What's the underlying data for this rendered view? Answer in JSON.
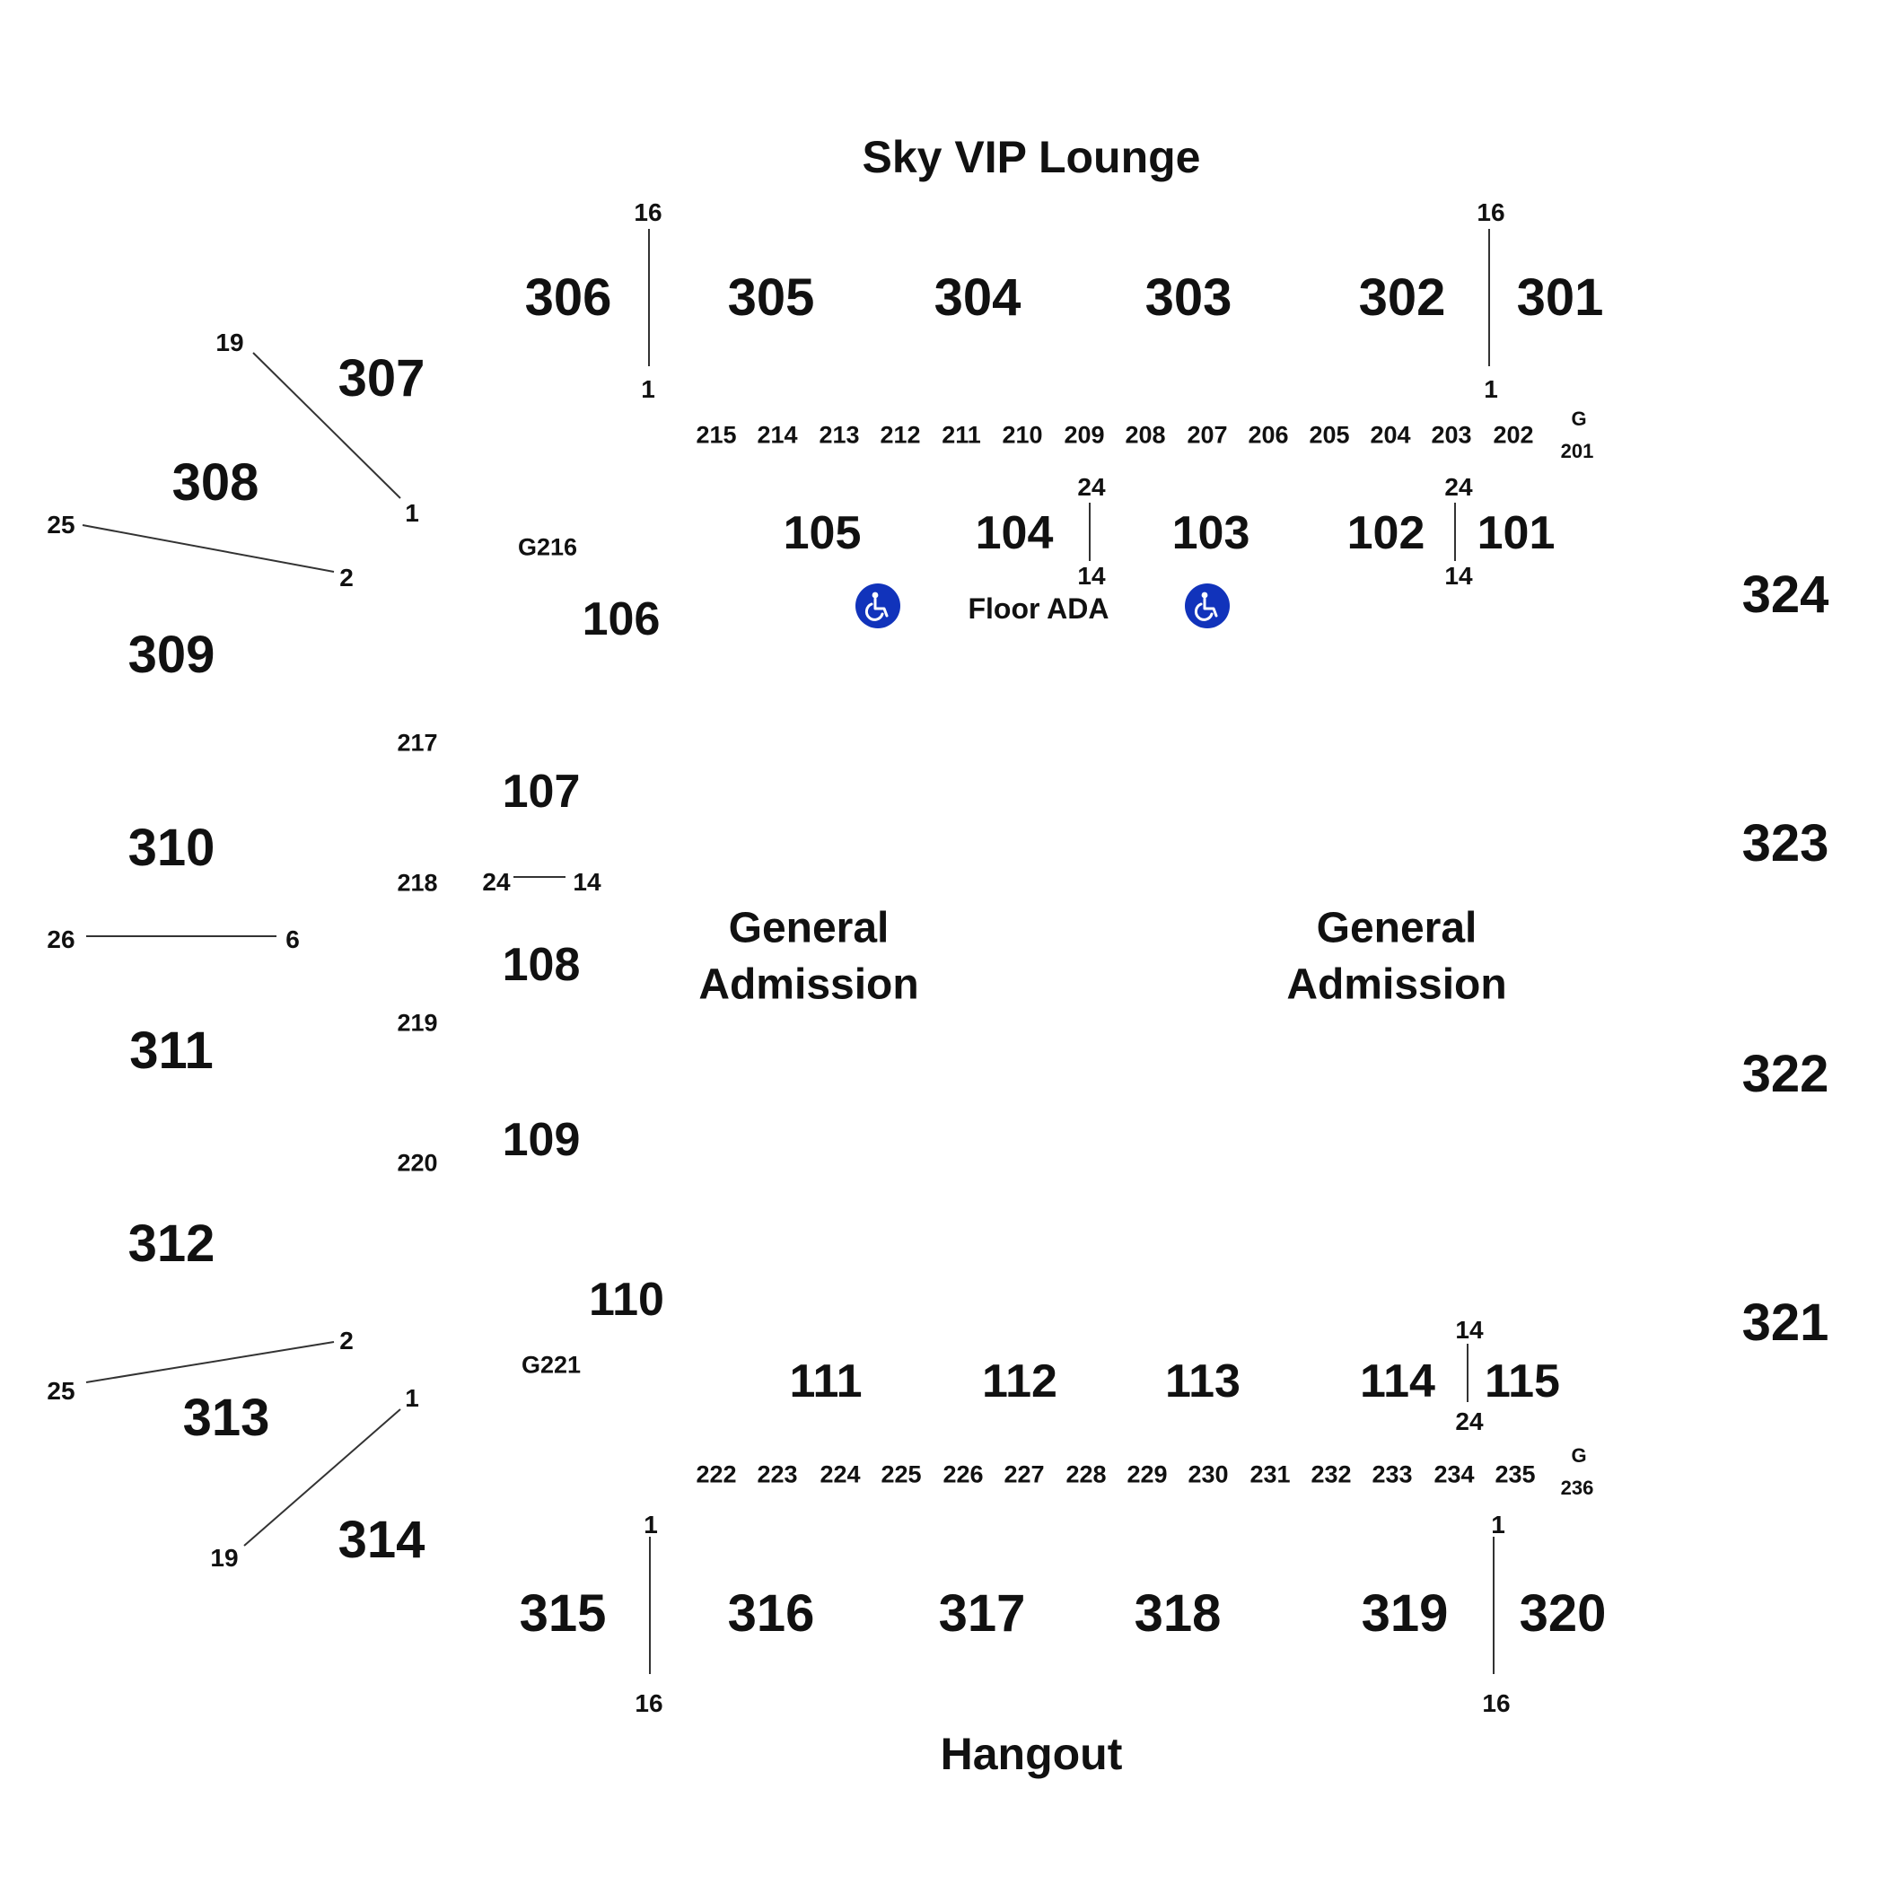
{
  "venue": {
    "top_label": "Sky VIP Lounge",
    "bottom_label": "Hangout",
    "floor_ada_label": "Floor ADA",
    "general_admission": [
      "General\nAdmission",
      "General\nAdmission"
    ]
  },
  "sections_300": [
    "301",
    "302",
    "303",
    "304",
    "305",
    "306",
    "307",
    "308",
    "309",
    "310",
    "311",
    "312",
    "313",
    "314",
    "315",
    "316",
    "317",
    "318",
    "319",
    "320",
    "321",
    "322",
    "323",
    "324"
  ],
  "sections_200": [
    "201",
    "202",
    "203",
    "204",
    "205",
    "206",
    "207",
    "208",
    "209",
    "210",
    "211",
    "212",
    "213",
    "214",
    "215",
    "G216",
    "217",
    "218",
    "219",
    "220",
    "G221",
    "222",
    "223",
    "224",
    "225",
    "226",
    "227",
    "228",
    "229",
    "230",
    "231",
    "232",
    "233",
    "234",
    "235",
    "236"
  ],
  "gate_marks": [
    "G",
    "G"
  ],
  "sections_100": [
    "101",
    "102",
    "103",
    "104",
    "105",
    "106",
    "107",
    "108",
    "109",
    "110",
    "111",
    "112",
    "113",
    "114",
    "115"
  ],
  "row_markers": [
    {
      "from": "16",
      "to": "1"
    },
    {
      "from": "16",
      "to": "1"
    },
    {
      "from": "19",
      "to": "1"
    },
    {
      "from": "25",
      "to": "2"
    },
    {
      "from": "26",
      "to": "6"
    },
    {
      "from": "25",
      "to": "2"
    },
    {
      "from": "1",
      "to": "19"
    },
    {
      "from": "1",
      "to": "16"
    },
    {
      "from": "1",
      "to": "16"
    },
    {
      "from": "24",
      "to": "14"
    },
    {
      "from": "24",
      "to": "14"
    },
    {
      "from": "24",
      "to": "14"
    },
    {
      "from": "14",
      "to": "24"
    }
  ],
  "colors": {
    "ada_blue": "#1133bb",
    "text": "#111111",
    "line": "#333333",
    "background": "#ffffff"
  },
  "icons": [
    "wheelchair-icon",
    "wheelchair-icon"
  ]
}
